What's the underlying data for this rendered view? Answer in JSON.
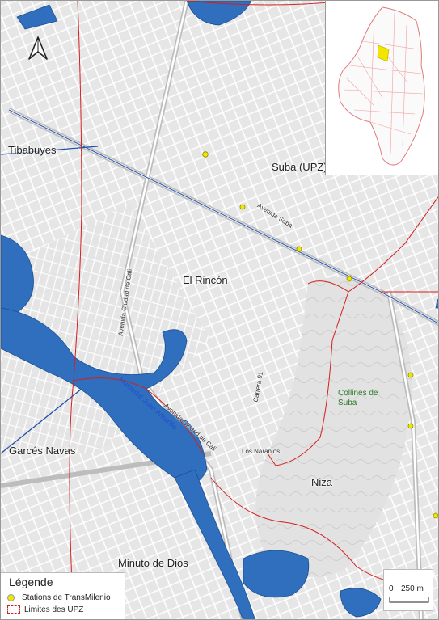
{
  "map": {
    "places": {
      "tibabuyes": "Tibabuyes",
      "suba": "Suba (UPZ)",
      "el_rincon": "El Rincón",
      "garces_navas": "Garcés Navas",
      "niza": "Niza",
      "minuto_de_dios": "Minuto de Dios"
    },
    "roads": {
      "avenida_suba": "Avenida Suba",
      "ciudad_de_cali_north": "Avenida Ciudad de Cali",
      "ciudad_de_cali_south": "Avenida Ciudad de Cali",
      "carrera_91": "Carrera 91",
      "los_naranjos": "Los Naranjos"
    },
    "water": {
      "humedal": "Humedal Juan Amarillo"
    },
    "hills": "Collines de Suba"
  },
  "colors": {
    "water": "#2f6fbd",
    "station": "#f2e600",
    "upz_boundary": "#d32020",
    "main_road": "#1f4fa8",
    "locator": "#f2e600"
  },
  "north_arrow": "north-arrow-icon",
  "legend": {
    "title": "Légende",
    "stations": "Stations de TransMilenio",
    "upz": "Limites des UPZ"
  },
  "scale": {
    "zero": "0",
    "distance": "250 m"
  }
}
